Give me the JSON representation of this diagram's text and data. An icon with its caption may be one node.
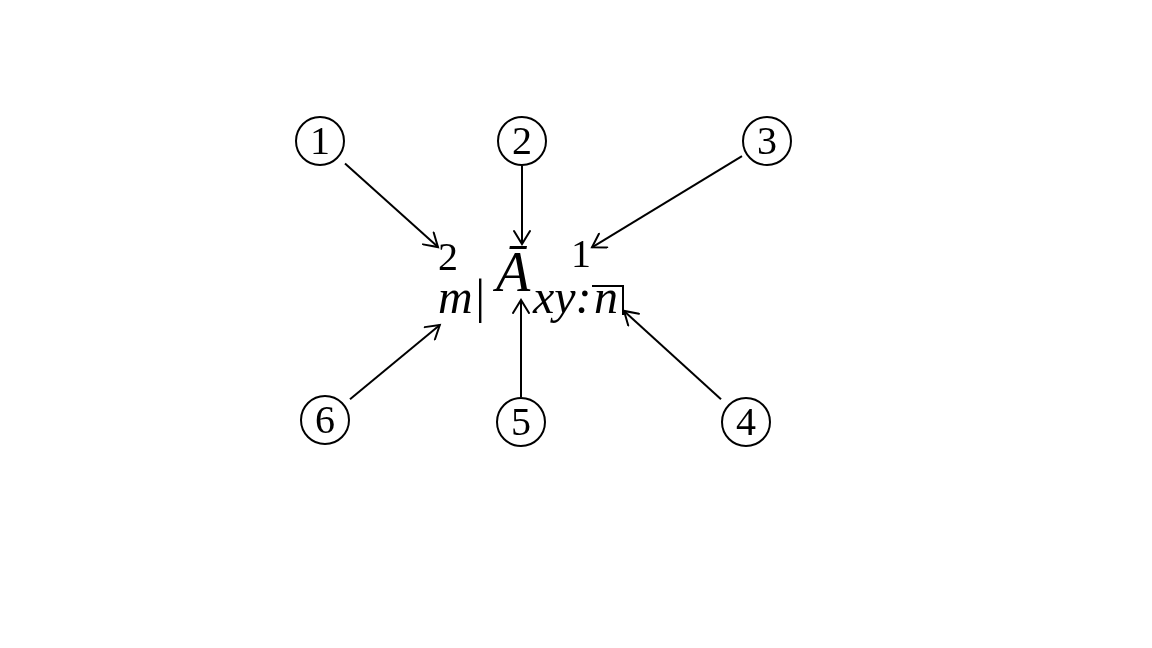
{
  "diagram": {
    "nodes": [
      {
        "text": [
          "1"
        ]
      },
      {
        "text": [
          "2"
        ]
      },
      {
        "text": [
          "3"
        ]
      },
      {
        "text": [
          "2"
        ]
      },
      {
        "text": [
          "m|"
        ]
      },
      {
        "text": [
          "Ā"
        ]
      },
      {
        "text": [
          "1"
        ]
      },
      {
        "text": [
          "n"
        ]
      },
      {
        "text": [
          "6"
        ]
      },
      {
        "text": [
          "5"
        ]
      },
      {
        "text": [
          "4"
        ]
      }
    ],
    "edges": [
      {
        "from": 0,
        "to": 3,
        "arrow": "to"
      },
      {
        "from": 1,
        "to": 5,
        "arrow": "to"
      },
      {
        "from": 2,
        "to": 6,
        "arrow": "to"
      },
      {
        "from": 10,
        "to": 7,
        "arrow": "to"
      },
      {
        "from": 9,
        "to": 5,
        "arrow": "to"
      },
      {
        "from": 8,
        "to": 4,
        "arrow": "to"
      }
    ],
    "labels": [
      "xy:"
    ]
  }
}
